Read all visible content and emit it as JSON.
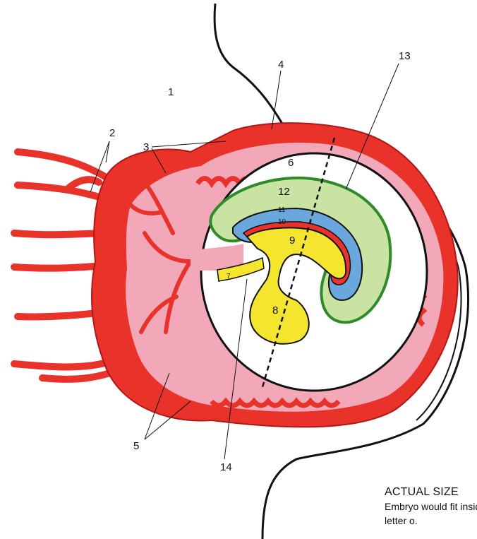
{
  "labels": {
    "l1": "1",
    "l2": "2",
    "l3": "3",
    "l4": "4",
    "l5": "5",
    "l6": "6",
    "l7": "7",
    "l8": "8",
    "l9": "9",
    "l10": "10",
    "l11": "11",
    "l12": "12",
    "l13": "13",
    "l14": "14"
  },
  "caption": {
    "title": "ACTUAL SIZE",
    "line1": "Embryo would fit inside",
    "line2": "letter o."
  },
  "colors": {
    "red": "#e8322a",
    "pink": "#f2a8b8",
    "green": "#c9e3a2",
    "green_edge": "#2f8a2a",
    "blue": "#6aa7dd",
    "yellow": "#f5e52e",
    "outline": "#111111"
  }
}
